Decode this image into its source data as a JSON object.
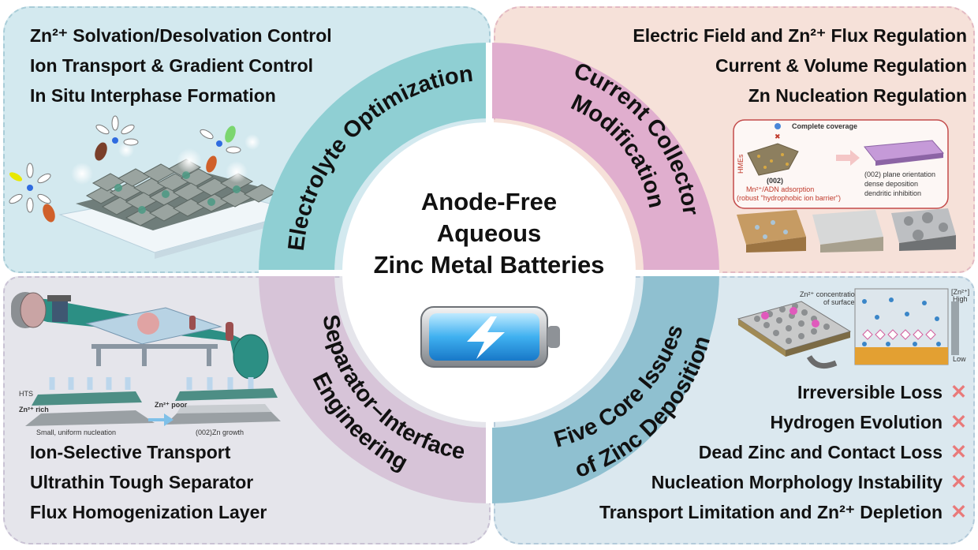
{
  "center": {
    "title_lines": [
      "Anode-Free",
      "Aqueous",
      "Zinc Metal Batteries"
    ],
    "icon": "battery-lightning-icon"
  },
  "ring_labels": {
    "electrolyte": "Electrolyte Optimization",
    "collector_1": "Current Collector",
    "collector_2": "Modification",
    "separator_1": "Separator–Interface",
    "separator_2": "Engineering",
    "issues_1": "Five Core Issues",
    "issues_2": "of Zinc Deposition"
  },
  "top_left": {
    "items": [
      "Zn²⁺ Solvation/Desolvation Control",
      "Ion Transport & Gradient Control",
      "In Situ Interphase Formation"
    ]
  },
  "top_right": {
    "items": [
      "Electric Field and Zn²⁺ Flux Regulation",
      "Current & Volume Regulation",
      "Zn Nucleation Regulation"
    ],
    "inset": {
      "hmes": "HMEs",
      "coverage": "Complete coverage",
      "plane": "(002)",
      "adsorption": "Mn²⁺/ADN adsorption",
      "barrier": "(robust \"hydrophobic ion barrier\")",
      "check_items": [
        "(002) plane orientation",
        "dense deposition",
        "dendritic inhibition"
      ]
    }
  },
  "bottom_left": {
    "items": [
      "Ion-Selective Transport",
      "Ultrathin Tough Separator",
      "Flux Homogenization Layer"
    ],
    "inset": {
      "hts": "HTS",
      "rich": "Zn²⁺ rich",
      "poor": "Zn²⁺ poor",
      "left_caption": "Small, uniform nucleation",
      "right_caption": "(002)Zn growth"
    }
  },
  "bottom_right": {
    "items": [
      "Irreversible Loss",
      "Hydrogen Evolution",
      "Dead Zinc and Contact Loss",
      "Nucleation Morphology Instability",
      "Transport Limitation and Zn²⁺ Depletion"
    ],
    "mark": "✕",
    "inset": {
      "concentration": "Zn²⁺ concentration",
      "of_surface": "of surface",
      "scale_label": "[Zn²⁺]",
      "high": "High",
      "low": "Low"
    }
  },
  "colors": {
    "tl_bg": "#d3e9ef",
    "tr_bg": "#f6e1d9",
    "bl_bg": "#e5e5eb",
    "br_bg": "#dbe8ef",
    "ring_electrolyte": "#8fcfd3",
    "ring_collector": "#e0aece",
    "ring_separator": "#d7c4d8",
    "ring_issues": "#8fc0d0",
    "x_mark": "#e97a7a"
  }
}
